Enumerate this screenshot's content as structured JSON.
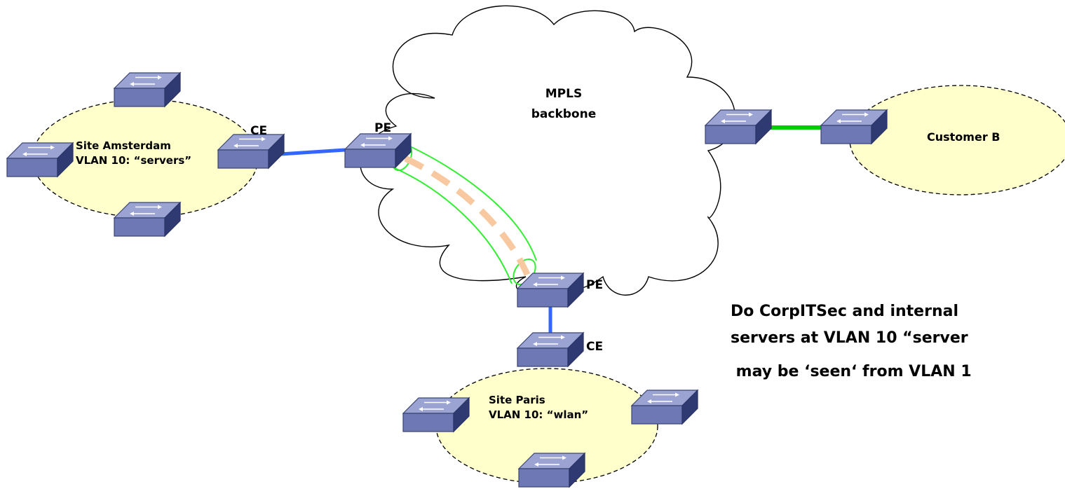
{
  "diagram": {
    "cloud": {
      "line1": "MPLS",
      "line2": "backbone"
    },
    "sites": {
      "amsterdam": {
        "name": "Site Amsterdam",
        "vlan": "VLAN 10: “servers”"
      },
      "paris": {
        "name": "Site Paris",
        "vlan": "VLAN 10: “wlan”"
      },
      "customer_b": {
        "name": "Customer B"
      }
    },
    "roles": {
      "ce_amsterdam": "CE",
      "pe_amsterdam": "PE",
      "pe_paris": "PE",
      "ce_paris": "CE"
    },
    "question": {
      "line1": "Do CorpITSec and internal",
      "line2": "servers at VLAN 10 “server",
      "line3": " may be ‘seen‘ from VLAN 1"
    },
    "colors": {
      "site_fill": "#ffffcc",
      "switch_top": "#9aa3d2",
      "switch_front": "#6d78b4",
      "switch_side": "#2f3a72",
      "link_blue": "#3366ff",
      "link_green": "#00cc00",
      "tunnel_outline": "#33ee33",
      "pseudowire": "#f8c9a0"
    }
  }
}
